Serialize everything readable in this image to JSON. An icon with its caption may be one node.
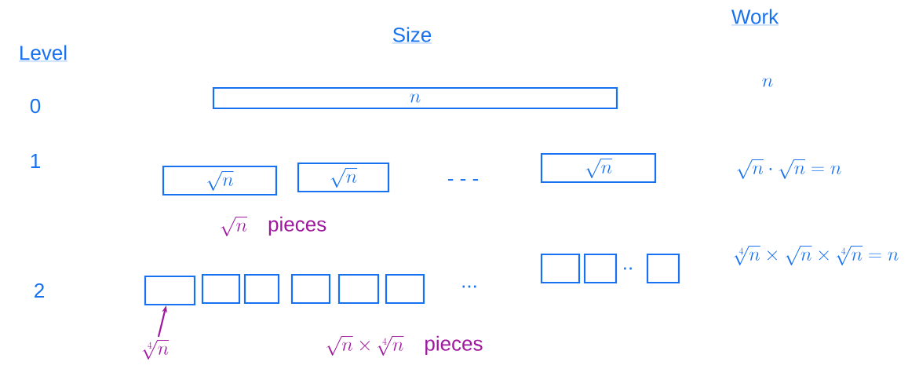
{
  "diagram": {
    "nodes": [
      {
        "text": [
          "n"
        ]
      },
      {
        "text": [
          "\\sqrt{n}"
        ]
      },
      {
        "text": [
          "\\sqrt{n}"
        ]
      },
      {
        "text": [
          "\\sqrt{n}"
        ]
      },
      {
        "text": [],
        "shape": "box"
      },
      {
        "text": [],
        "shape": "box"
      },
      {
        "text": [],
        "shape": "box"
      },
      {
        "text": [],
        "shape": "box"
      },
      {
        "text": [],
        "shape": "box"
      },
      {
        "text": [],
        "shape": "box"
      },
      {
        "text": [],
        "shape": "box"
      },
      {
        "text": [],
        "shape": "box"
      },
      {
        "text": [],
        "shape": "box"
      },
      {
        "text": [
          "\\sqrt[4]{n}"
        ]
      }
    ],
    "edges": [
      {
        "from": 13,
        "to": 4,
        "arrow": "to",
        "color": "#a0189f"
      }
    ],
    "labels": [
      "Level",
      "Size",
      "Work",
      "0",
      "1",
      "2",
      "n",
      "\\sqrt{n}\\cdot\\sqrt{n}=n",
      "- - -",
      "\\sqrt{n}\\quad\\mbox{pieces}",
      "\\sqrt[4]{n}\\times\\sqrt{n}\\times\\sqrt[4]{n}=n",
      "...",
      "..",
      "\\sqrt{n}\\times\\sqrt[4]{n}\\quad\\mbox{pieces}"
    ]
  }
}
